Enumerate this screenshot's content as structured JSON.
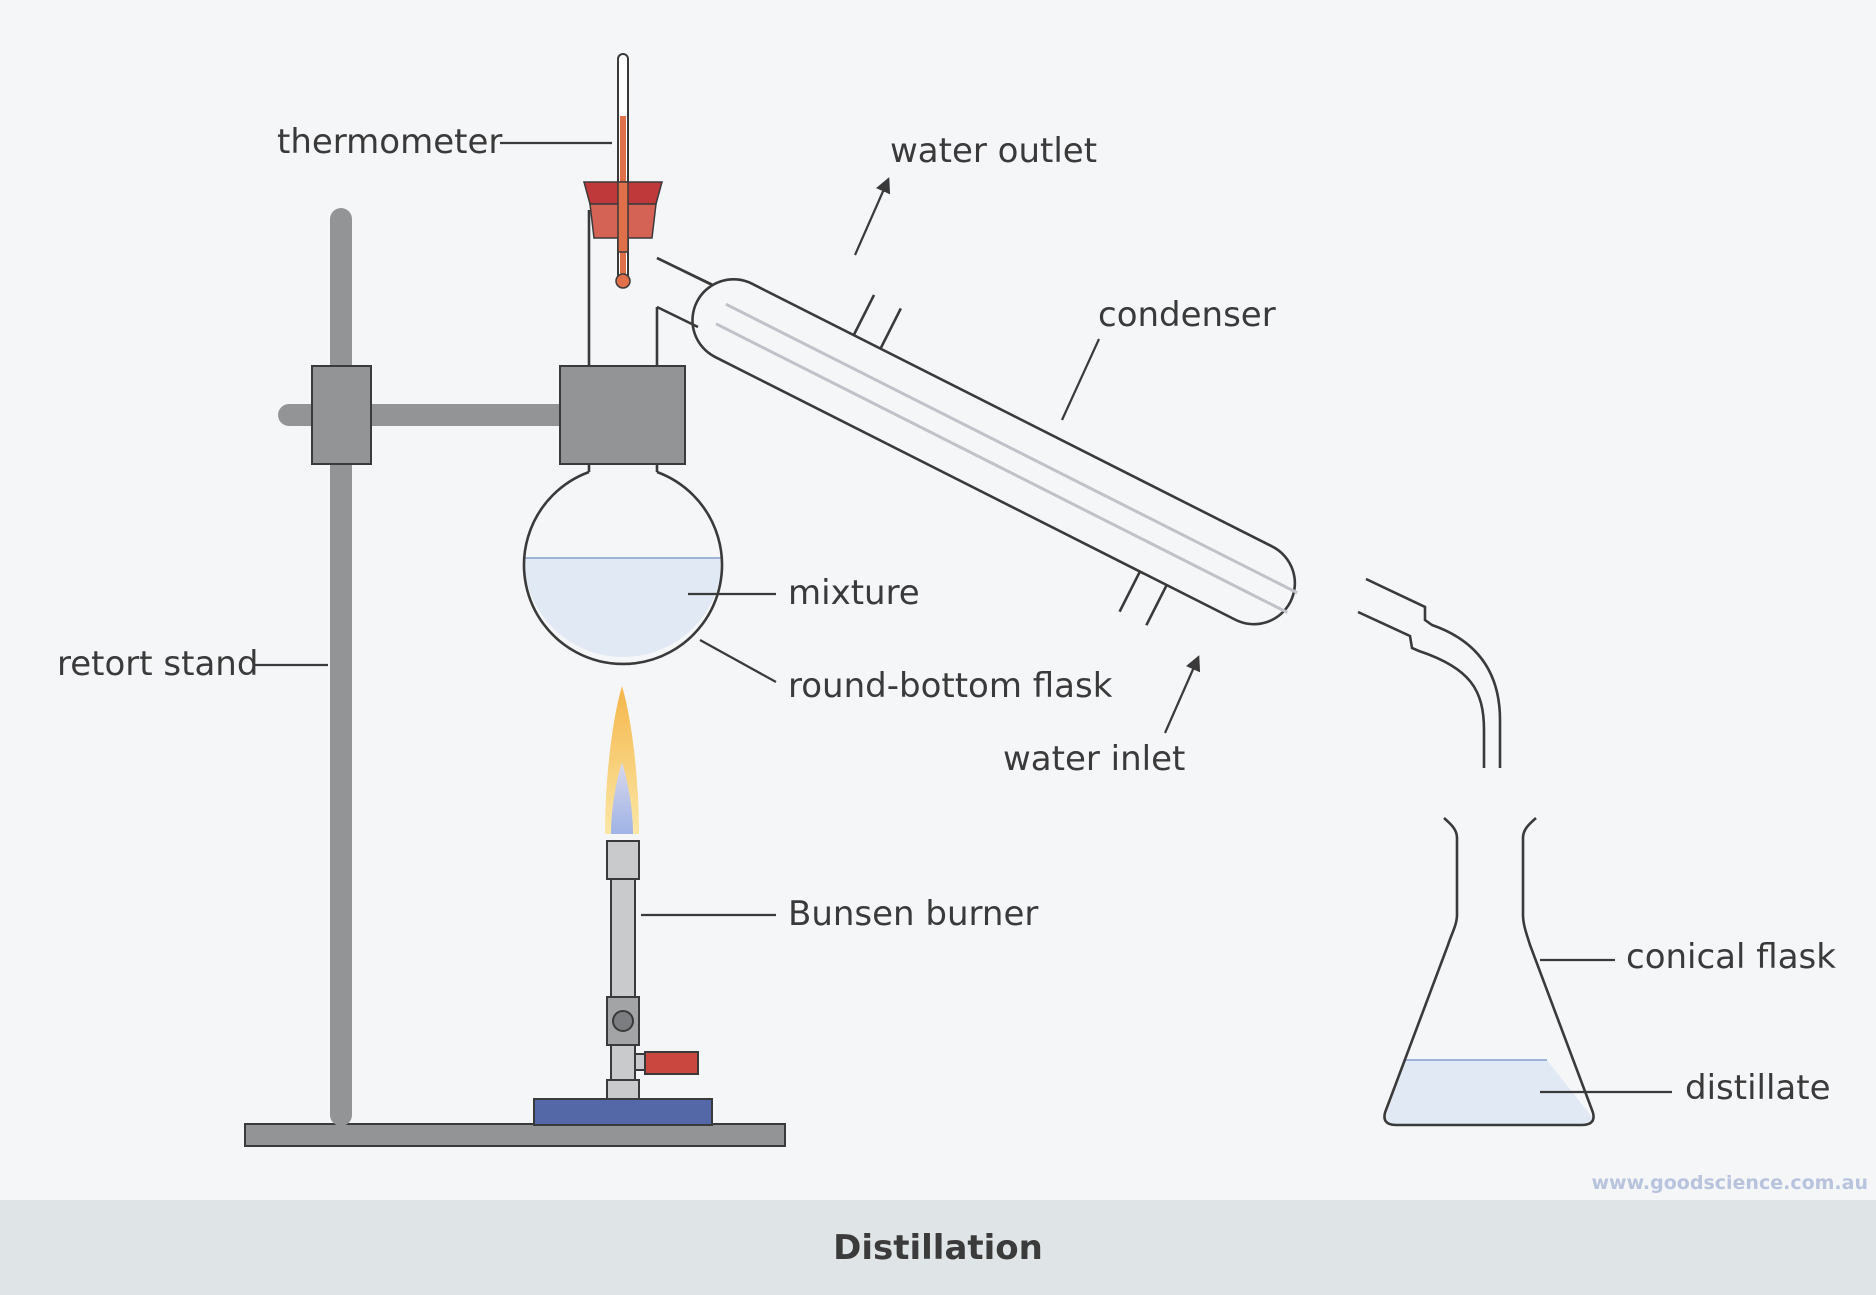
{
  "title": "Distillation",
  "watermark": "www.goodscience.com.au",
  "labels": {
    "thermometer": "thermometer",
    "water_outlet": "water outlet",
    "condenser": "condenser",
    "mixture": "mixture",
    "round_bottom_flask": "round-bottom flask",
    "retort_stand": "retort stand",
    "water_inlet": "water inlet",
    "bunsen_burner": "Bunsen burner",
    "conical_flask": "conical flask",
    "distillate": "distillate"
  },
  "colors": {
    "background": "#f5f6f8",
    "caption_bar": "#dfe4e6",
    "stand_grey": "#939496",
    "liquid": "#e1e9f5",
    "stopper_red": "#c9473f",
    "burner_base_blue": "#5468a8",
    "thermometer_fluid": "#e0704a",
    "outline": "#3a3a3a"
  },
  "icons": [
    "flame-icon",
    "arrow-up-icon"
  ]
}
